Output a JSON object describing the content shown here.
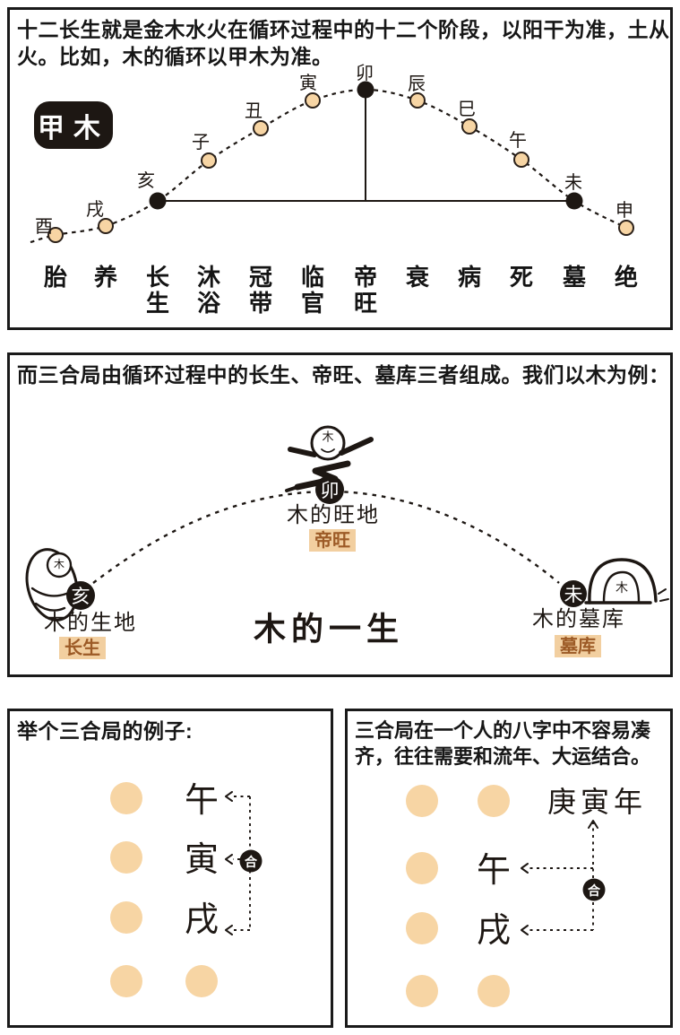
{
  "colors": {
    "ink": "#1d1713",
    "tan_circle": "#f7d5a4",
    "tag_background": "#f2cfa0",
    "tag_text": "#9c5a26",
    "panel_border": "#1a1a1a"
  },
  "panel1": {
    "intro_lines": [
      "十二长生就是金木水火在循环过程中的十二个阶段，以阳干为准，土从",
      "火。比如，木的循环以甲木为准。"
    ],
    "badge": "甲木",
    "cycle": {
      "type": "line",
      "description": "bell curve of the twelve life stages for Jia Wood, dashed, with a baseline from 亥 to 未 and a drop line at the peak 卯",
      "branches": [
        {
          "branch": "酉",
          "stage": "胎",
          "emph": false
        },
        {
          "branch": "戌",
          "stage": "养",
          "emph": false
        },
        {
          "branch": "亥",
          "stage": "长生",
          "emph": true
        },
        {
          "branch": "子",
          "stage": "沐浴",
          "emph": false
        },
        {
          "branch": "丑",
          "stage": "冠带",
          "emph": false
        },
        {
          "branch": "寅",
          "stage": "临官",
          "emph": false
        },
        {
          "branch": "卯",
          "stage": "帝旺",
          "emph": true
        },
        {
          "branch": "辰",
          "stage": "衰",
          "emph": false
        },
        {
          "branch": "巳",
          "stage": "病",
          "emph": false
        },
        {
          "branch": "午",
          "stage": "死",
          "emph": false
        },
        {
          "branch": "未",
          "stage": "墓",
          "emph": true
        },
        {
          "branch": "申",
          "stage": "绝",
          "emph": false
        }
      ]
    }
  },
  "panel2": {
    "intro": "而三合局由循环过程中的长生、帝旺、墓库三者组成。我们以木为例：",
    "title": "木的一生",
    "nodes": [
      {
        "branch": "亥",
        "place": "木的生地",
        "tag": "长生"
      },
      {
        "branch": "卯",
        "place": "木的旺地",
        "tag": "帝旺"
      },
      {
        "branch": "未",
        "place": "木的墓库",
        "tag": "墓库"
      }
    ]
  },
  "panel3": {
    "intro": "举个三合局的例子:",
    "pillars": [
      "午",
      "寅",
      "戌"
    ],
    "combine_label": "合"
  },
  "panel4": {
    "intro_lines": [
      "三合局在一个人的八字中不容易凑",
      "齐，往往需要和流年、大运结合。"
    ],
    "year_label": "庚寅年",
    "pillars": [
      "午",
      "戌"
    ],
    "combine_label": "合"
  }
}
